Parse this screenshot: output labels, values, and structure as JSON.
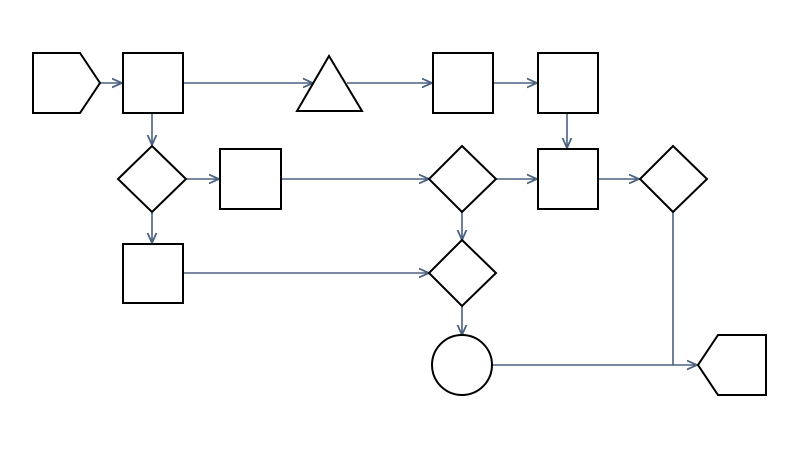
{
  "colors": {
    "background": "#ffffff",
    "shape_stroke": "#000000",
    "shape_fill": "#ffffff",
    "connector": "#4a6180"
  },
  "diagram": {
    "type": "flowchart",
    "text": [],
    "nodes": [
      {
        "id": "start",
        "shape": "pentagon-right"
      },
      {
        "id": "process-1",
        "shape": "rectangle"
      },
      {
        "id": "extract",
        "shape": "triangle"
      },
      {
        "id": "process-2",
        "shape": "rectangle"
      },
      {
        "id": "process-3",
        "shape": "rectangle"
      },
      {
        "id": "decision-1",
        "shape": "diamond"
      },
      {
        "id": "process-4",
        "shape": "rectangle"
      },
      {
        "id": "decision-2",
        "shape": "diamond"
      },
      {
        "id": "process-5",
        "shape": "rectangle"
      },
      {
        "id": "decision-3",
        "shape": "diamond"
      },
      {
        "id": "process-6",
        "shape": "rectangle"
      },
      {
        "id": "decision-4",
        "shape": "diamond"
      },
      {
        "id": "connector-circle",
        "shape": "circle"
      },
      {
        "id": "end",
        "shape": "pentagon-left"
      }
    ],
    "edges": [
      {
        "from": "start",
        "to": "process-1"
      },
      {
        "from": "process-1",
        "to": "extract"
      },
      {
        "from": "extract",
        "to": "process-2"
      },
      {
        "from": "process-2",
        "to": "process-3"
      },
      {
        "from": "process-3",
        "to": "process-5"
      },
      {
        "from": "process-1",
        "to": "decision-1"
      },
      {
        "from": "decision-1",
        "to": "process-4"
      },
      {
        "from": "decision-1",
        "to": "process-6"
      },
      {
        "from": "process-4",
        "to": "decision-2"
      },
      {
        "from": "decision-2",
        "to": "process-5"
      },
      {
        "from": "process-5",
        "to": "decision-3"
      },
      {
        "from": "decision-2",
        "to": "decision-4"
      },
      {
        "from": "process-6",
        "to": "decision-4"
      },
      {
        "from": "decision-4",
        "to": "connector-circle"
      },
      {
        "from": "connector-circle",
        "to": "end"
      },
      {
        "from": "decision-3",
        "to": "end"
      }
    ]
  }
}
